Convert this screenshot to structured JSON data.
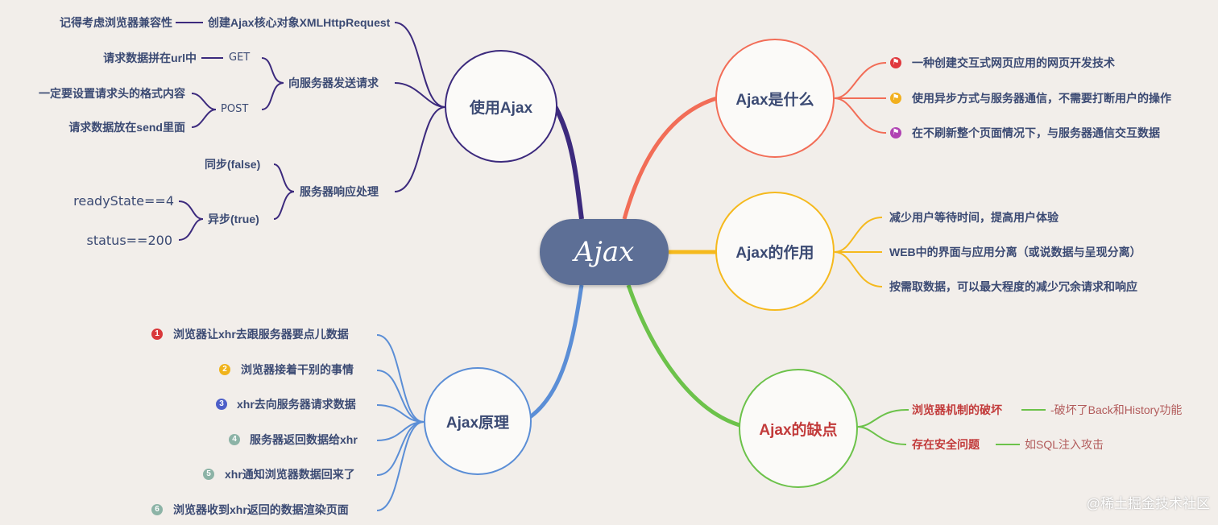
{
  "center": "Ajax",
  "what": {
    "title": "Ajax是什么",
    "items": [
      "一种创建交互式网页应用的网页开发技术",
      "使用异步方式与服务器通信，不需要打断用户的操作",
      "在不刷新整个页面情况下，与服务器通信交互数据"
    ],
    "colors": [
      "#e0393e",
      "#f2b01e",
      "#b043b3"
    ]
  },
  "role": {
    "title": "Ajax的作用",
    "items": [
      "减少用户等待时间，提高用户体验",
      "WEB中的界面与应用分离（或说数据与呈现分离）",
      "按需取数据，可以最大程度的减少冗余请求和响应"
    ]
  },
  "cons": {
    "title": "Ajax的缺点",
    "items": [
      {
        "label": "浏览器机制的破坏",
        "note": "-破坏了Back和History功能"
      },
      {
        "label": "存在安全问题",
        "note": "如SQL注入攻击"
      }
    ]
  },
  "use": {
    "title": "使用Ajax",
    "create": {
      "label": "创建Ajax核心对象XMLHttpRequest",
      "note": "记得考虑浏览器兼容性"
    },
    "send": {
      "label": "向服务器发送请求",
      "get": "GET",
      "get_note": "请求数据拼在url中",
      "post": "POST",
      "post_notes": [
        "一定要设置请求头的格式内容",
        "请求数据放在send里面"
      ]
    },
    "response": {
      "label": "服务器响应处理",
      "sync": "同步(false)",
      "async": "异步(true)",
      "async_notes": [
        "readyState==4",
        "status==200"
      ]
    }
  },
  "principle": {
    "title": "Ajax原理",
    "steps": [
      "浏览器让xhr去跟服务器要点儿数据",
      "浏览器接着干别的事情",
      "xhr去向服务器请求数据",
      "服务器返回数据给xhr",
      "xhr通知浏览器数据回来了",
      "浏览器收到xhr返回的数据渲染页面"
    ],
    "step_numbers": [
      "1",
      "2",
      "3",
      "4",
      "5",
      "6"
    ],
    "step_colors": [
      "#d9383a",
      "#f0b31b",
      "#4d5fc8",
      "#8cb3a6",
      "#8cb3a6",
      "#8cb3a6"
    ]
  },
  "watermark": "@稀土掘金技术社区",
  "colors": {
    "what": "#f26d57",
    "role": "#f5b91d",
    "cons": "#6cc24a",
    "use": "#3c2a7d",
    "principle": "#5b8ed6"
  }
}
